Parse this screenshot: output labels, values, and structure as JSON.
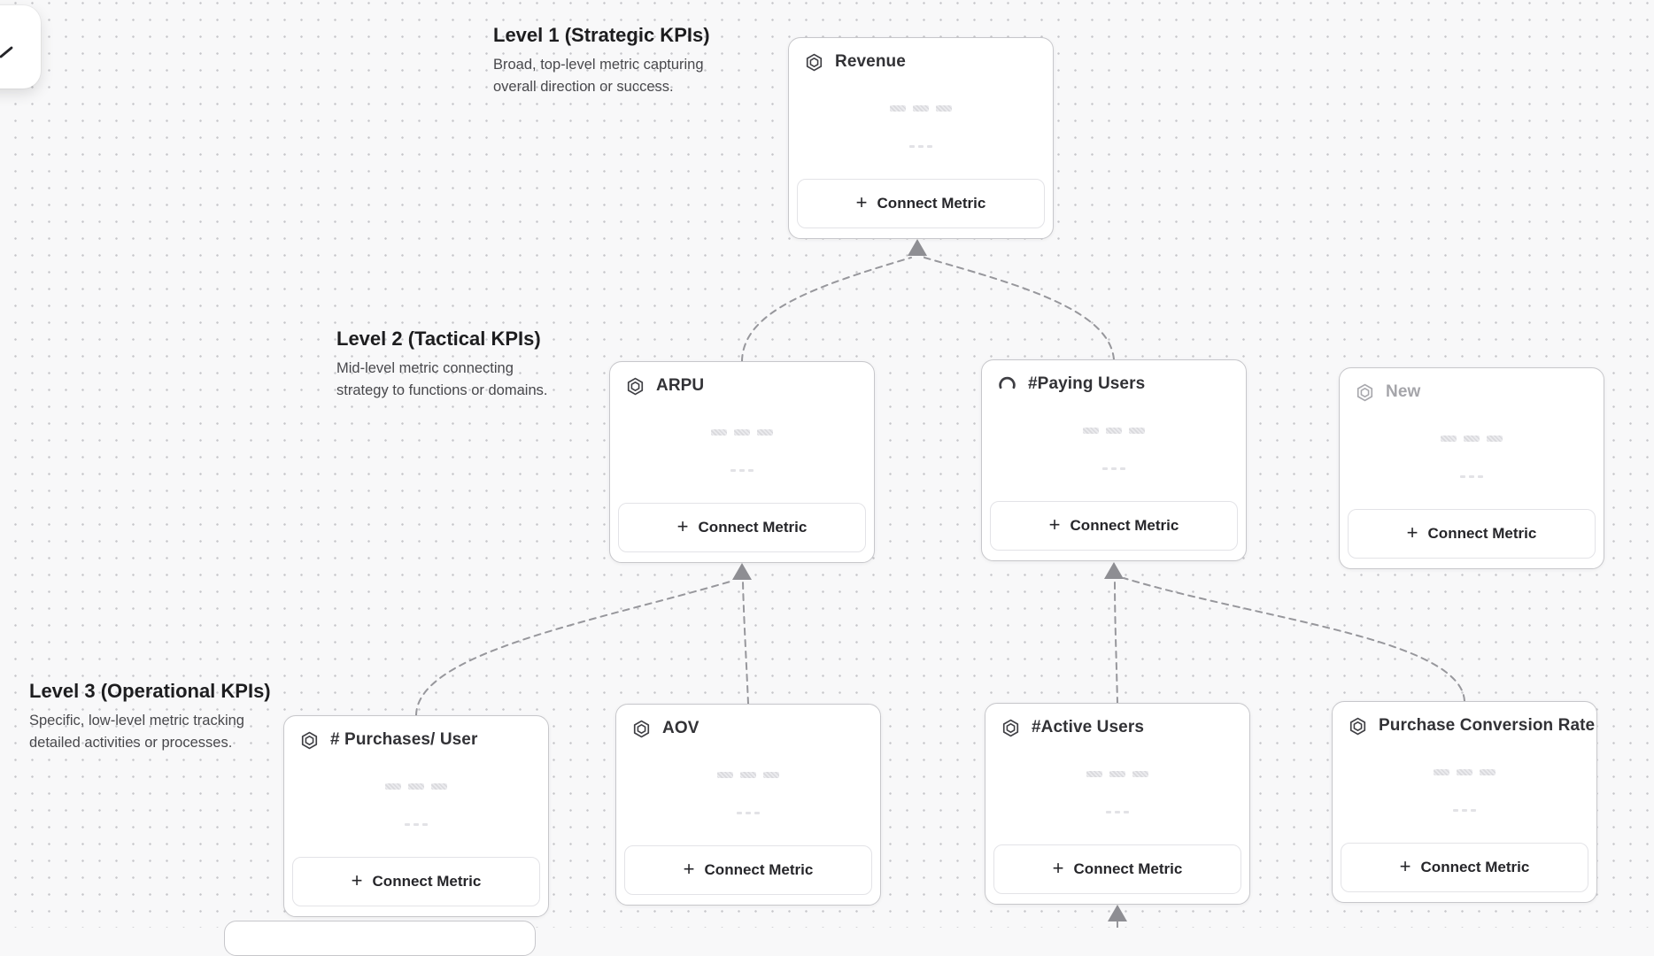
{
  "levels": [
    {
      "title": "Level 1 (Strategic KPIs)",
      "description": "Broad, top-level metric capturing overall direction or success."
    },
    {
      "title": "Level 2 (Tactical KPIs)",
      "description": "Mid-level metric connecting strategy to functions or domains."
    },
    {
      "title": "Level 3 (Operational KPIs)",
      "description": "Specific, low-level metric tracking detailed activities or processes."
    }
  ],
  "cards": [
    {
      "title": "Revenue",
      "icon": "hexagon-icon",
      "state": "default"
    },
    {
      "title": "ARPU",
      "icon": "hexagon-icon",
      "state": "default"
    },
    {
      "title": "#Paying Users",
      "icon": "spinner-icon",
      "state": "default"
    },
    {
      "title": "New",
      "icon": "hexagon-icon",
      "state": "muted"
    },
    {
      "title": "# Purchases/ User",
      "icon": "hexagon-icon",
      "state": "default"
    },
    {
      "title": "AOV",
      "icon": "hexagon-icon",
      "state": "default"
    },
    {
      "title": "#Active Users",
      "icon": "hexagon-icon",
      "state": "default"
    },
    {
      "title": "Purchase Conversion Rate",
      "icon": "hexagon-icon",
      "state": "default"
    }
  ],
  "ui": {
    "connect_metric_label": "Connect Metric",
    "plus_icon": "+"
  },
  "colors": {
    "background": "#f8f8f9",
    "canvas_dot": "#c6c6ca",
    "card_border": "#c7c7cb",
    "connector": "#97979c",
    "arrowhead": "#8e8e93",
    "muted_text": "#a5a5aa",
    "title_text": "#323236"
  }
}
